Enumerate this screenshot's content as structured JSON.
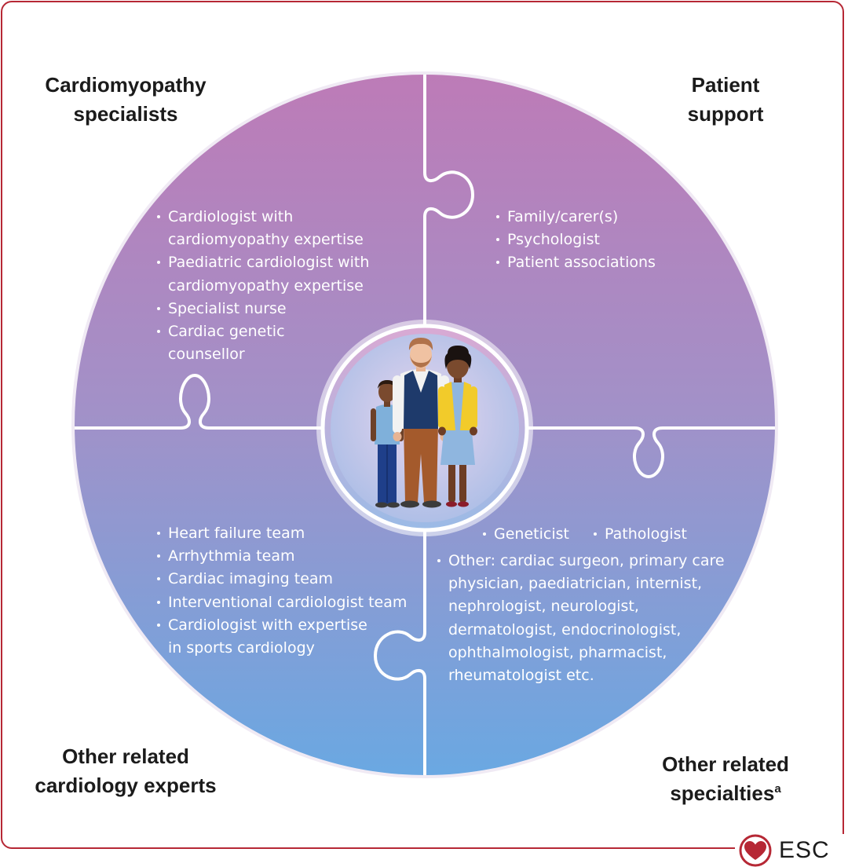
{
  "quadrants": {
    "top_left": {
      "title_lines": [
        "Cardiomyopathy",
        "specialists"
      ],
      "items": [
        {
          "lines": [
            "Cardiologist with",
            "cardiomyopathy expertise"
          ]
        },
        {
          "lines": [
            "Paediatric cardiologist with",
            "cardiomyopathy expertise"
          ]
        },
        {
          "lines": [
            "Specialist nurse"
          ]
        },
        {
          "lines": [
            "Cardiac genetic",
            "counsellor"
          ]
        }
      ]
    },
    "top_right": {
      "title_lines": [
        "Patient",
        "support"
      ],
      "items": [
        {
          "lines": [
            "Family/carer(s)"
          ]
        },
        {
          "lines": [
            "Psychologist"
          ]
        },
        {
          "lines": [
            "Patient associations"
          ]
        }
      ]
    },
    "bottom_left": {
      "title_lines": [
        "Other related",
        "cardiology experts"
      ],
      "items": [
        {
          "lines": [
            "Heart failure team"
          ]
        },
        {
          "lines": [
            "Arrhythmia team"
          ]
        },
        {
          "lines": [
            "Cardiac imaging team"
          ]
        },
        {
          "lines": [
            "Interventional cardiologist team"
          ]
        },
        {
          "lines": [
            "Cardiologist with expertise",
            "in sports cardiology"
          ]
        }
      ]
    },
    "bottom_right": {
      "title_lines": [
        "Other related",
        "specialties"
      ],
      "title_superscript": "a",
      "inline_items": [
        "Geneticist",
        "Pathologist"
      ],
      "items": [
        {
          "lines": [
            "Other: cardiac surgeon, primary care",
            "physician, paediatrician, internist,",
            "nephrologist, neurologist,",
            "dermatologist, endocrinologist,",
            "ophthalmologist, pharmacist,",
            "rheumatologist etc."
          ]
        }
      ]
    }
  },
  "center": {
    "icon": "family-icon"
  },
  "logo": {
    "text": "ESC",
    "icon": "esc-heart-icon"
  },
  "colors": {
    "frame": "#b62835",
    "gradient_top": "#bd7bb7",
    "gradient_mid": "#a291c8",
    "gradient_bottom": "#6aa8e2",
    "heading_text": "#1b1b1b",
    "item_text": "#ffffff"
  }
}
